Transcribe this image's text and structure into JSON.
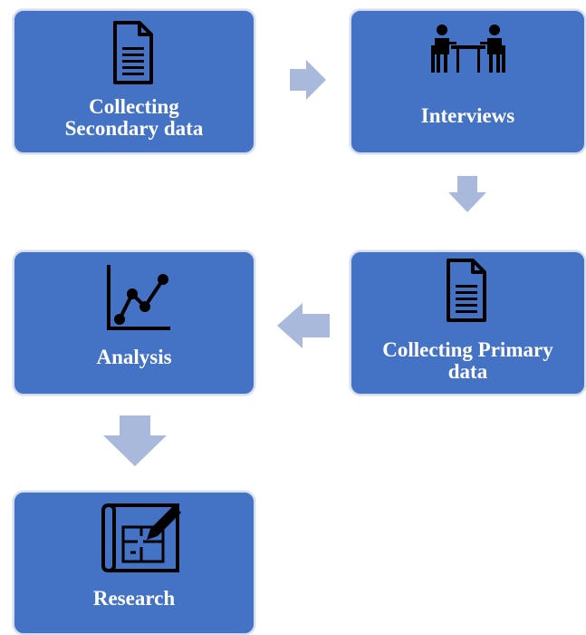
{
  "colors": {
    "box_fill": "#4472c4",
    "box_border": "#d4dcee",
    "arrow": "#a9b9dc",
    "icon": "#000000"
  },
  "steps": [
    {
      "id": "secondary",
      "label": "Collecting\nSecondary data",
      "icon": "document-icon"
    },
    {
      "id": "interviews",
      "label": "Interviews",
      "icon": "interview-icon"
    },
    {
      "id": "primary",
      "label": "Collecting Primary\ndata",
      "icon": "document-icon"
    },
    {
      "id": "analysis",
      "label": "Analysis",
      "icon": "line-chart-icon"
    },
    {
      "id": "research",
      "label": "Research",
      "icon": "blueprint-icon"
    }
  ],
  "arrows": [
    {
      "from": "secondary",
      "to": "interviews",
      "direction": "right"
    },
    {
      "from": "interviews",
      "to": "primary",
      "direction": "down"
    },
    {
      "from": "primary",
      "to": "analysis",
      "direction": "left"
    },
    {
      "from": "analysis",
      "to": "research",
      "direction": "down"
    }
  ]
}
